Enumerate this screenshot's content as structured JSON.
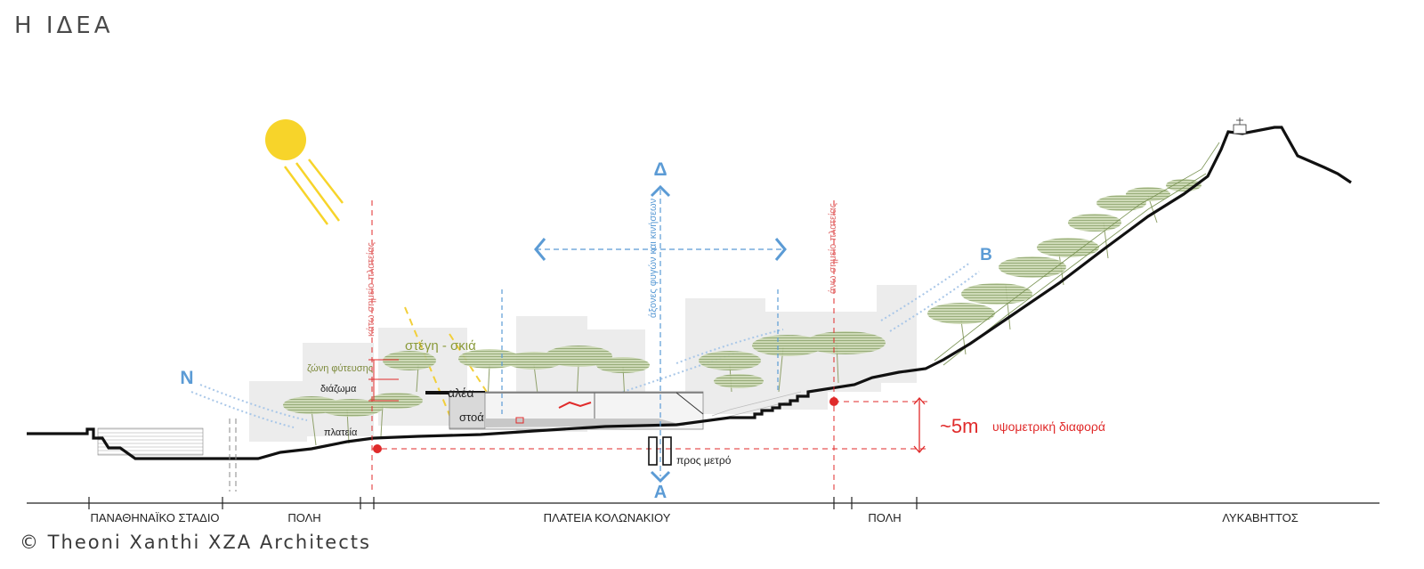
{
  "title": "Η ΙΔΕΑ",
  "credit": "© Theoni Xanthi XZA Architects",
  "zones": [
    "ΠΑΝΑΘΗΝΑΪΚΟ ΣΤΑΔΙΟ",
    "ΠΟΛΗ",
    "ΠΛΑΤΕΙΑ ΚΟΛΩΝΑΚΙΟΥ",
    "ΠΟΛΗ",
    "ΛΥΚΑΒΗΤΤΟΣ"
  ],
  "directions": {
    "north": "N",
    "east": "B",
    "delta": "Δ",
    "alpha": "A"
  },
  "vertical_labels": {
    "lower_point": "κάτω σημείο πλατείας",
    "upper_point": "άνω σημείο πλατείας",
    "axes": "άξονες φυγών και κινήσεων"
  },
  "section_labels": {
    "canopy": "στέγη - σκιά",
    "planting_zone": "ζώνη φύτευσης",
    "mezzanine": "διάζωμα",
    "alley": "αλέα",
    "stoa": "στοά",
    "square": "πλατεία",
    "to_metro": "προς μετρό"
  },
  "elevation": {
    "value": "~5m",
    "label": "υψομετρική διαφορά"
  },
  "colors": {
    "ground": "#111111",
    "accent_red": "#e02a2a",
    "axis_blue": "#5b9bd5",
    "tree_green": "#9bb07a",
    "sun": "#f7d42a",
    "building": "#e6e6e6",
    "label_olive": "#7d8a3c"
  }
}
